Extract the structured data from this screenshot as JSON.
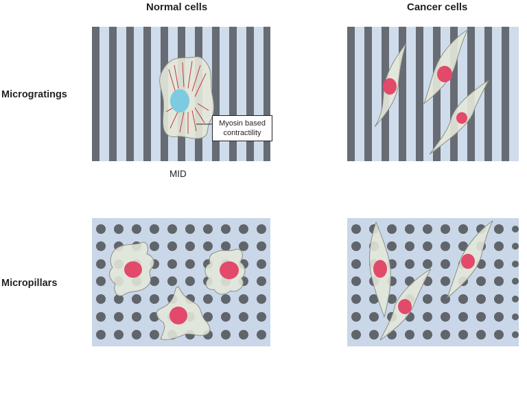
{
  "columns": {
    "normal": "Normal cells",
    "cancer": "Cancer cells"
  },
  "rows": {
    "top": "Microgratings",
    "bottom": "Micropillars"
  },
  "labels": {
    "mid": "MID",
    "callout_line1": "Myosin based",
    "callout_line2": "contractility"
  },
  "colors": {
    "grating_dark": "#676b73",
    "grating_light": "#cfdcec",
    "pillar_background": "#c9d7e8",
    "pillar": "#60646b",
    "cell_body": "#e4e8d9",
    "cell_outline": "#8a8d84",
    "nucleus_cancer": "#e3496a",
    "nucleus_normal": "#7ccbe0",
    "myosin_fiber": "#c0272d"
  }
}
